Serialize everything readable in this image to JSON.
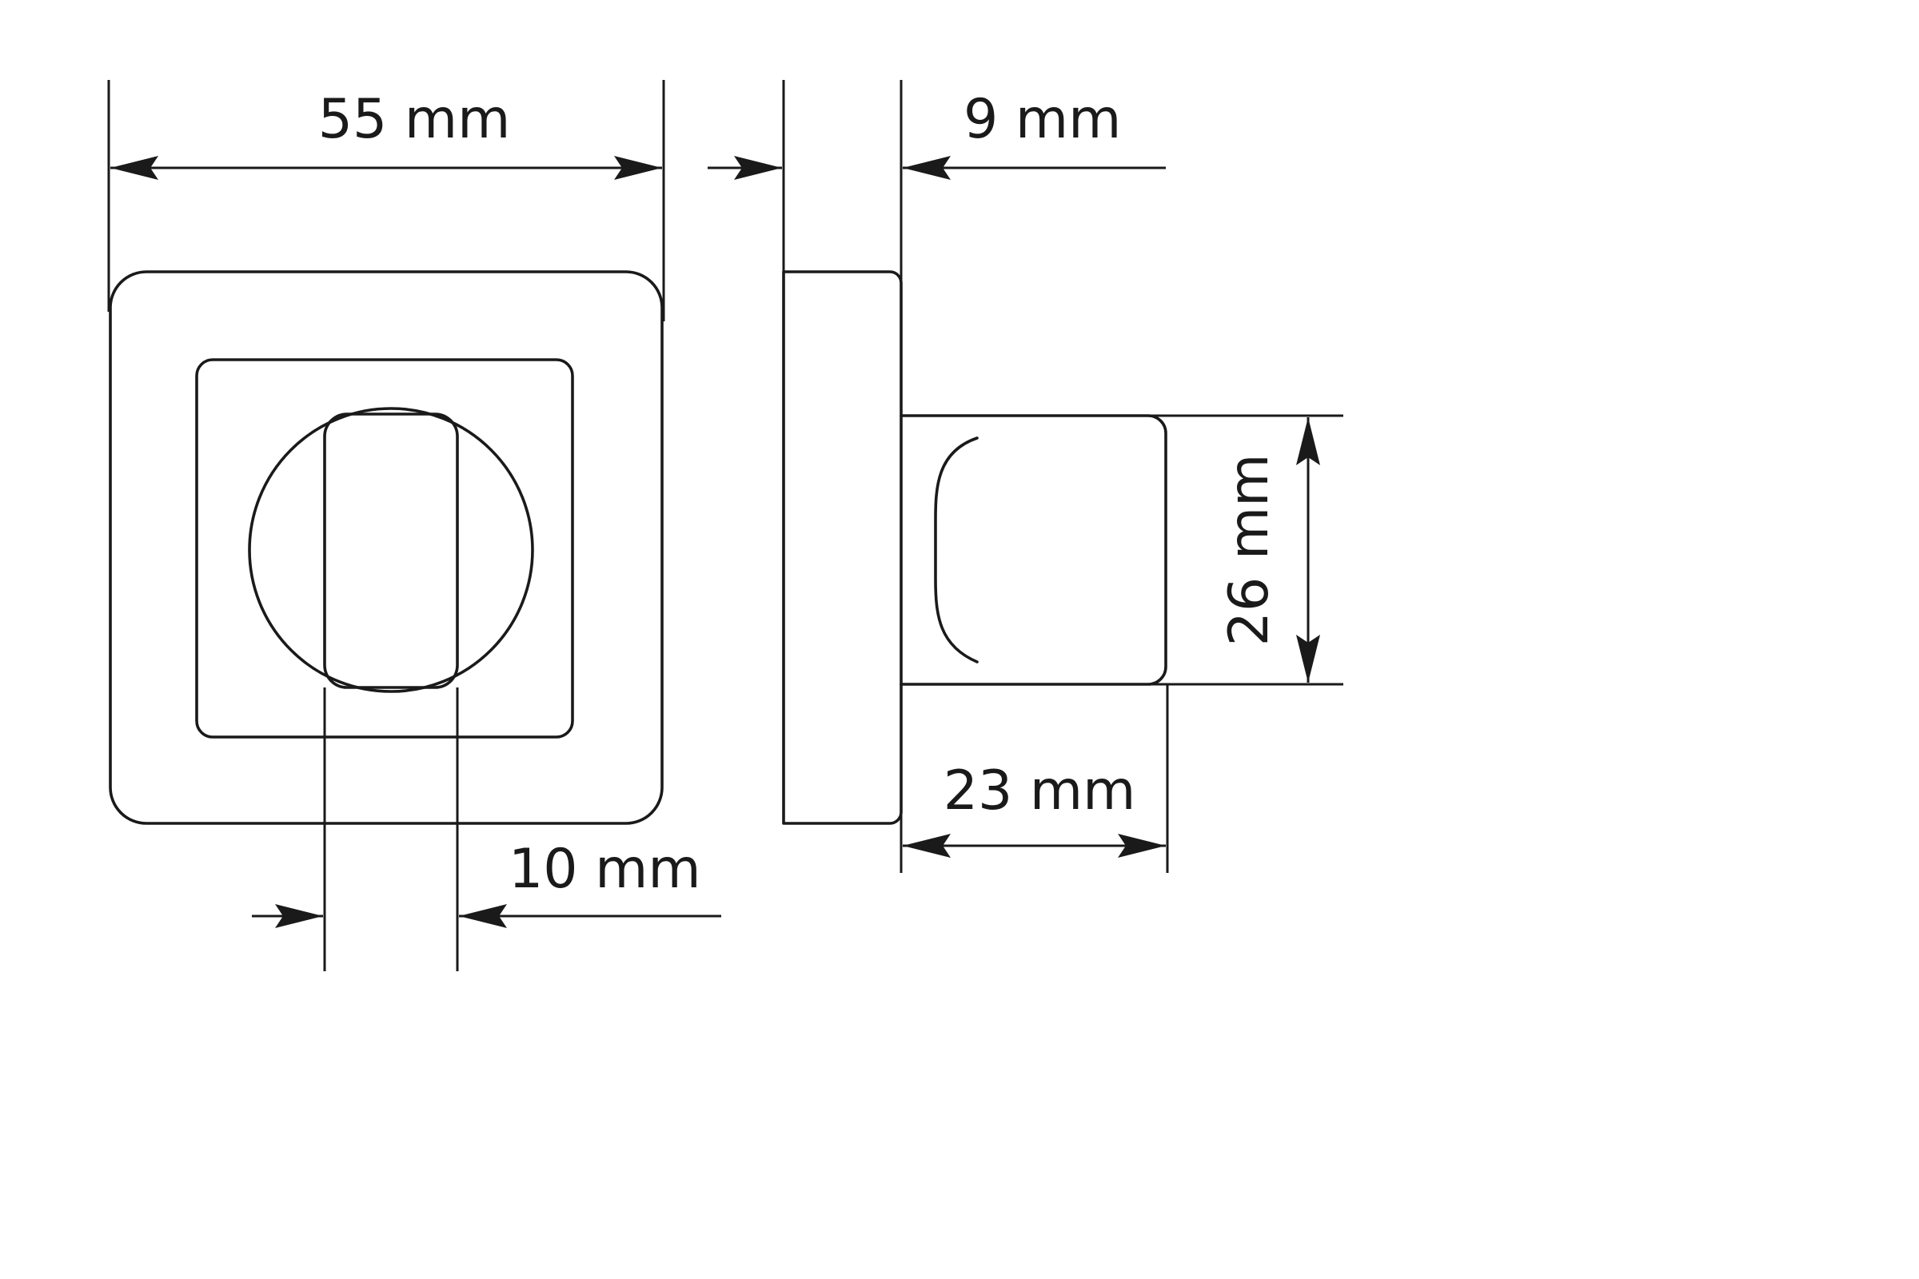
{
  "colors": {
    "stroke": "#1a1a1a",
    "background": "#ffffff"
  },
  "dimensions": {
    "width": "55 mm",
    "depth": "9 mm",
    "knob_height": "26 mm",
    "knob_length": "23 mm",
    "slot_width": "10 mm"
  }
}
